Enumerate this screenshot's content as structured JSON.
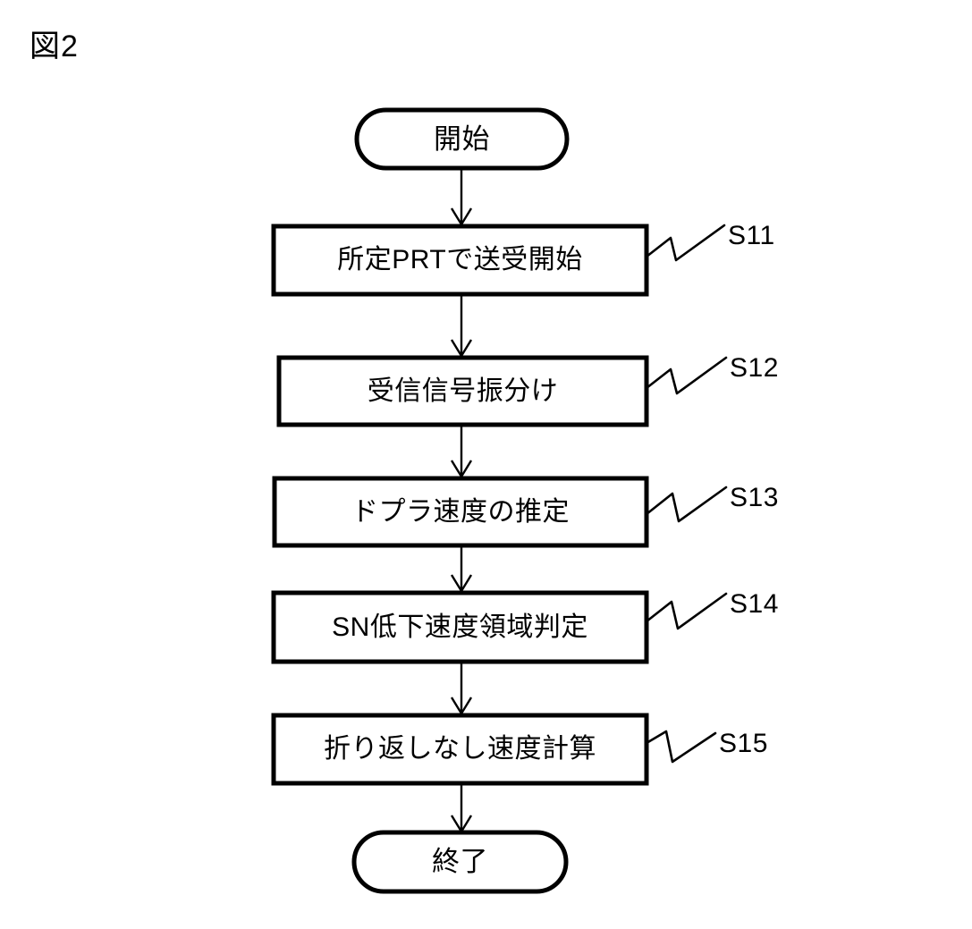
{
  "figure": {
    "title": "図2",
    "type": "flowchart",
    "orientation": "vertical",
    "colors": {
      "background": "#ffffff",
      "stroke": "#000000",
      "text": "#000000"
    }
  },
  "nodes": [
    {
      "id": "start",
      "shape": "stadium",
      "label": "開始",
      "tag": ""
    },
    {
      "id": "s11",
      "shape": "rect",
      "label": "所定PRTで送受開始",
      "tag": "S11"
    },
    {
      "id": "s12",
      "shape": "rect",
      "label": "受信信号振分け",
      "tag": "S12"
    },
    {
      "id": "s13",
      "shape": "rect",
      "label": "ドプラ速度の推定",
      "tag": "S13"
    },
    {
      "id": "s14",
      "shape": "rect",
      "label": "SN低下速度領域判定",
      "tag": "S14"
    },
    {
      "id": "s15",
      "shape": "rect",
      "label": "折り返しなし速度計算",
      "tag": "S15"
    },
    {
      "id": "end",
      "shape": "stadium",
      "label": "終了",
      "tag": ""
    }
  ],
  "edges": [
    {
      "from": "start",
      "to": "s11",
      "arrow": "down"
    },
    {
      "from": "s11",
      "to": "s12",
      "arrow": "down"
    },
    {
      "from": "s12",
      "to": "s13",
      "arrow": "down"
    },
    {
      "from": "s13",
      "to": "s14",
      "arrow": "down"
    },
    {
      "from": "s14",
      "to": "s15",
      "arrow": "down"
    },
    {
      "from": "s15",
      "to": "end",
      "arrow": "down"
    }
  ],
  "leaders": [
    {
      "node": "s11",
      "tag": "S11"
    },
    {
      "node": "s12",
      "tag": "S12"
    },
    {
      "node": "s13",
      "tag": "S13"
    },
    {
      "node": "s14",
      "tag": "S14"
    },
    {
      "node": "s15",
      "tag": "S15"
    }
  ]
}
